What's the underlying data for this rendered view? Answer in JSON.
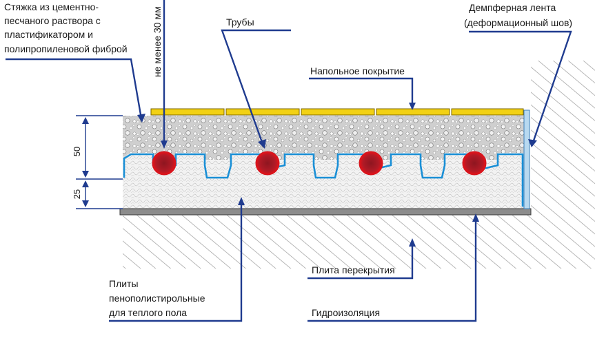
{
  "labels": {
    "screed_line1": "Стяжка из цементно-",
    "screed_line2": "песчаного раствора с",
    "screed_line3": "пластификатором и",
    "screed_line4": "полипропиленовой фиброй",
    "min_thickness": "не менее 30 мм",
    "pipes": "Трубы",
    "damper_line1": "Демпферная лента",
    "damper_line2": "(деформационный шов)",
    "floor_cover": "Напольное покрытие",
    "slab": "Плита перекрытия",
    "eps_line1": "Плиты",
    "eps_line2": "пенополистирольные",
    "eps_line3": "для теплого пола",
    "waterproofing": "Гидроизоляция"
  },
  "dimensions": {
    "screed_height": "50",
    "board_height": "25"
  },
  "colors": {
    "leader": "#1f3b8f",
    "pipe": "#d9141c",
    "pipe_core": "#8e1620",
    "floor_cover": "#f2d114",
    "eps_outline": "#1a8fd6",
    "screed_fill": "#d6d6d6",
    "slab_base": "#8c8c8c",
    "hatch": "#9a9a9a"
  }
}
